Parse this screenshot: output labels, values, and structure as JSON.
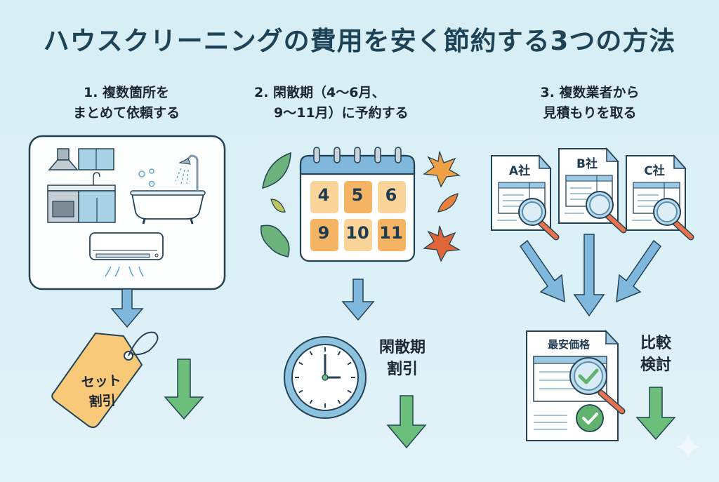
{
  "title": "ハウスクリーニングの費用を安く節約する3つの方法",
  "methods": [
    {
      "heading_line1": "1. 複数箇所を",
      "heading_line2": "まとめて依頼する",
      "illustration_items": [
        "range-hood",
        "wall-cabinet",
        "kitchen-stove",
        "bathtub",
        "shower",
        "air-conditioner"
      ],
      "result_label_line1": "セット",
      "result_label_line2": "割引"
    },
    {
      "heading_line1": "2. 閑散期（4〜6月、",
      "heading_line2": "9〜11月）に予約する",
      "calendar_months": [
        "4",
        "5",
        "6",
        "9",
        "10",
        "11"
      ],
      "result_label_line1": "閑散期",
      "result_label_line2": "割引"
    },
    {
      "heading_line1": "3. 複数業者から",
      "heading_line2": "見積もりを取る",
      "quotes": [
        "A社",
        "B社",
        "C社"
      ],
      "best_label": "最安価格",
      "result_label_line1": "比較",
      "result_label_line2": "検討"
    }
  ],
  "colors": {
    "background": "#d9eff6",
    "title": "#1e4356",
    "outline": "#234257",
    "blue_arrow": "#7fb8dc",
    "green_arrow": "#6bbf7a",
    "tag": "#f9c97a",
    "calendar_light": "#fbd49a",
    "calendar_dark": "#f5b463",
    "magnifier_handle": "#e8734a"
  }
}
